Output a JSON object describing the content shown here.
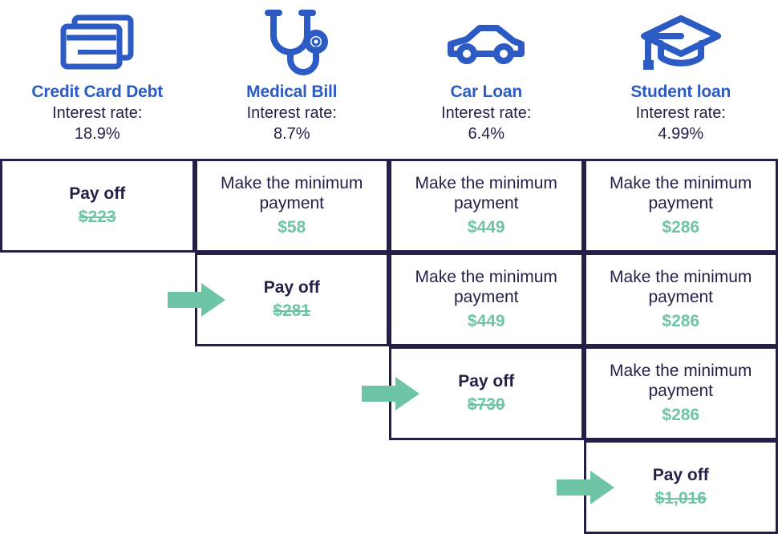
{
  "theme": {
    "brand_blue": "#2c5bc4",
    "navy": "#241f47",
    "green": "#6ec5a5",
    "background": "#ffffff"
  },
  "header": {
    "rate_label": "Interest rate:",
    "debts": [
      {
        "icon": "credit-card-icon",
        "name": "Credit Card Debt",
        "interest_rate": "18.9%"
      },
      {
        "icon": "stethoscope-icon",
        "name": "Medical Bill",
        "interest_rate": "8.7%"
      },
      {
        "icon": "car-icon",
        "name": "Car Loan",
        "interest_rate": "6.4%"
      },
      {
        "icon": "graduation-cap-icon",
        "name": "Student loan",
        "interest_rate": "4.99%"
      }
    ]
  },
  "plan": {
    "rows": [
      {
        "focus_column": 0,
        "cells": [
          {
            "action": "Pay off",
            "amount": "$223",
            "type": "payoff"
          },
          {
            "action": "Make the minimum payment",
            "amount": "$58",
            "type": "minimum"
          },
          {
            "action": "Make the minimum payment",
            "amount": "$449",
            "type": "minimum"
          },
          {
            "action": "Make the minimum payment",
            "amount": "$286",
            "type": "minimum"
          }
        ]
      },
      {
        "focus_column": 1,
        "cells": [
          {
            "action": "Pay off",
            "amount": "$281",
            "type": "payoff"
          },
          {
            "action": "Make the minimum payment",
            "amount": "$449",
            "type": "minimum"
          },
          {
            "action": "Make the minimum payment",
            "amount": "$286",
            "type": "minimum"
          }
        ]
      },
      {
        "focus_column": 2,
        "cells": [
          {
            "action": "Pay off",
            "amount": "$730",
            "type": "payoff"
          },
          {
            "action": "Make the minimum payment",
            "amount": "$286",
            "type": "minimum"
          }
        ]
      },
      {
        "focus_column": 3,
        "cells": [
          {
            "action": "Pay off",
            "amount": "$1,016",
            "type": "payoff"
          }
        ]
      }
    ]
  }
}
